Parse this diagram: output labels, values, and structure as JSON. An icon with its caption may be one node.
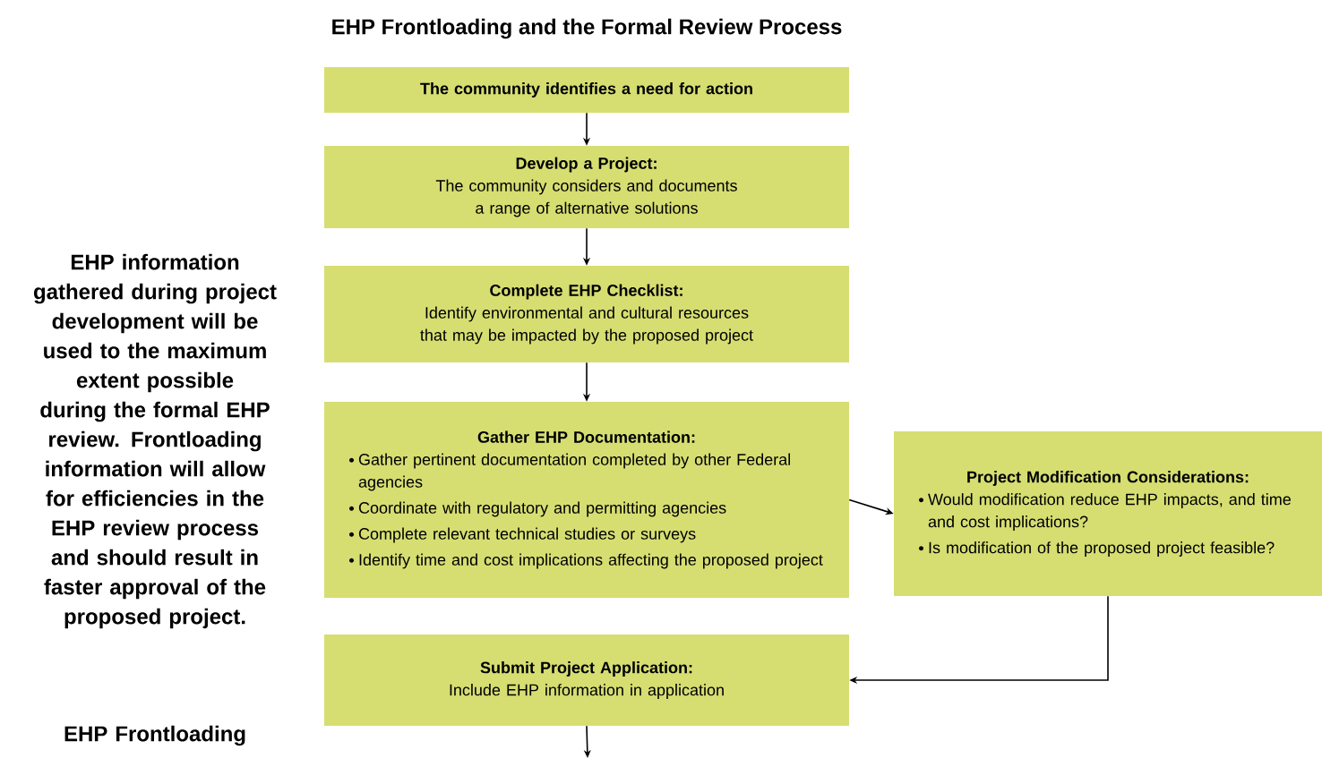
{
  "diagram": {
    "title": "EHP Frontloading and the Formal Review Process",
    "nodes": [
      {
        "text": [
          "The community identifies a need for action"
        ]
      },
      {
        "text": [
          "Develop a Project:",
          "The community considers and documents a range of alternative solutions"
        ]
      },
      {
        "text": [
          "Complete EHP Checklist:",
          "Identify environmental and cultural resources that may be impacted by the proposed project"
        ]
      },
      {
        "text": [
          "Gather EHP Documentation:",
          "Gather pertinent documentation completed by other Federal agencies",
          "Coordinate with regulatory and permitting agencies",
          "Complete relevant technical studies or surveys",
          "Identify time and cost implications affecting the proposed project"
        ]
      },
      {
        "text": [
          "Project Modification Considerations:",
          "Would modification reduce EHP impacts, and time and cost implications?",
          "Is modification of the proposed project feasible?"
        ]
      },
      {
        "text": [
          "Submit Project Application:",
          "Include EHP information in application"
        ]
      }
    ],
    "edges": [
      {
        "from": 0,
        "to": 1,
        "arrow": "to"
      },
      {
        "from": 1,
        "to": 2,
        "arrow": "to"
      },
      {
        "from": 2,
        "to": 3,
        "arrow": "to"
      },
      {
        "from": 3,
        "to": 4,
        "arrow": "to"
      },
      {
        "from": 4,
        "to": 5,
        "arrow": "to"
      },
      {
        "from": 5,
        "to": null,
        "arrow": "to"
      }
    ],
    "labels": [
      "EHP information gathered during project development will be used to the maximum extent possible during the formal EHP review. Frontloading information will allow for efficiencies in the EHP review process and should result in faster approval of the proposed project.",
      "EHP Frontloading"
    ]
  }
}
